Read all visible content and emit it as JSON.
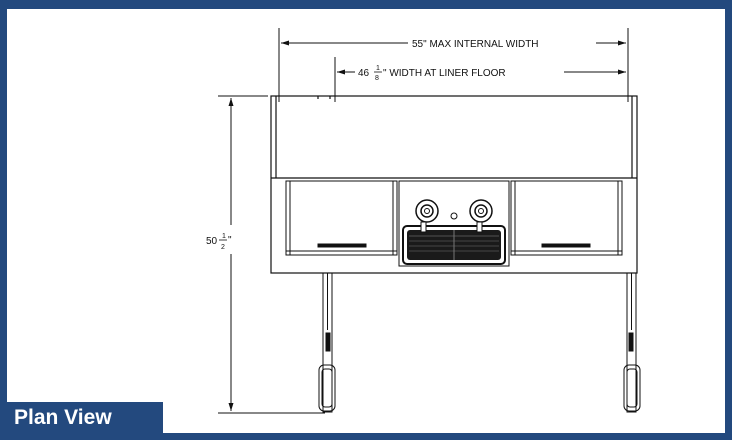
{
  "view_label": "Plan View",
  "dimensions": {
    "max_internal_width": "55\" MAX INTERNAL WIDTH",
    "liner_floor_width": {
      "whole": "46",
      "numerator": "1",
      "denominator": "8",
      "suffix": "\" WIDTH AT LINER FLOOR"
    },
    "height": {
      "whole": "50",
      "numerator": "1",
      "denominator": "2",
      "suffix": "\""
    }
  },
  "colors": {
    "frame": "#23497e",
    "label_text": "#ffffff",
    "line": "#111111"
  }
}
